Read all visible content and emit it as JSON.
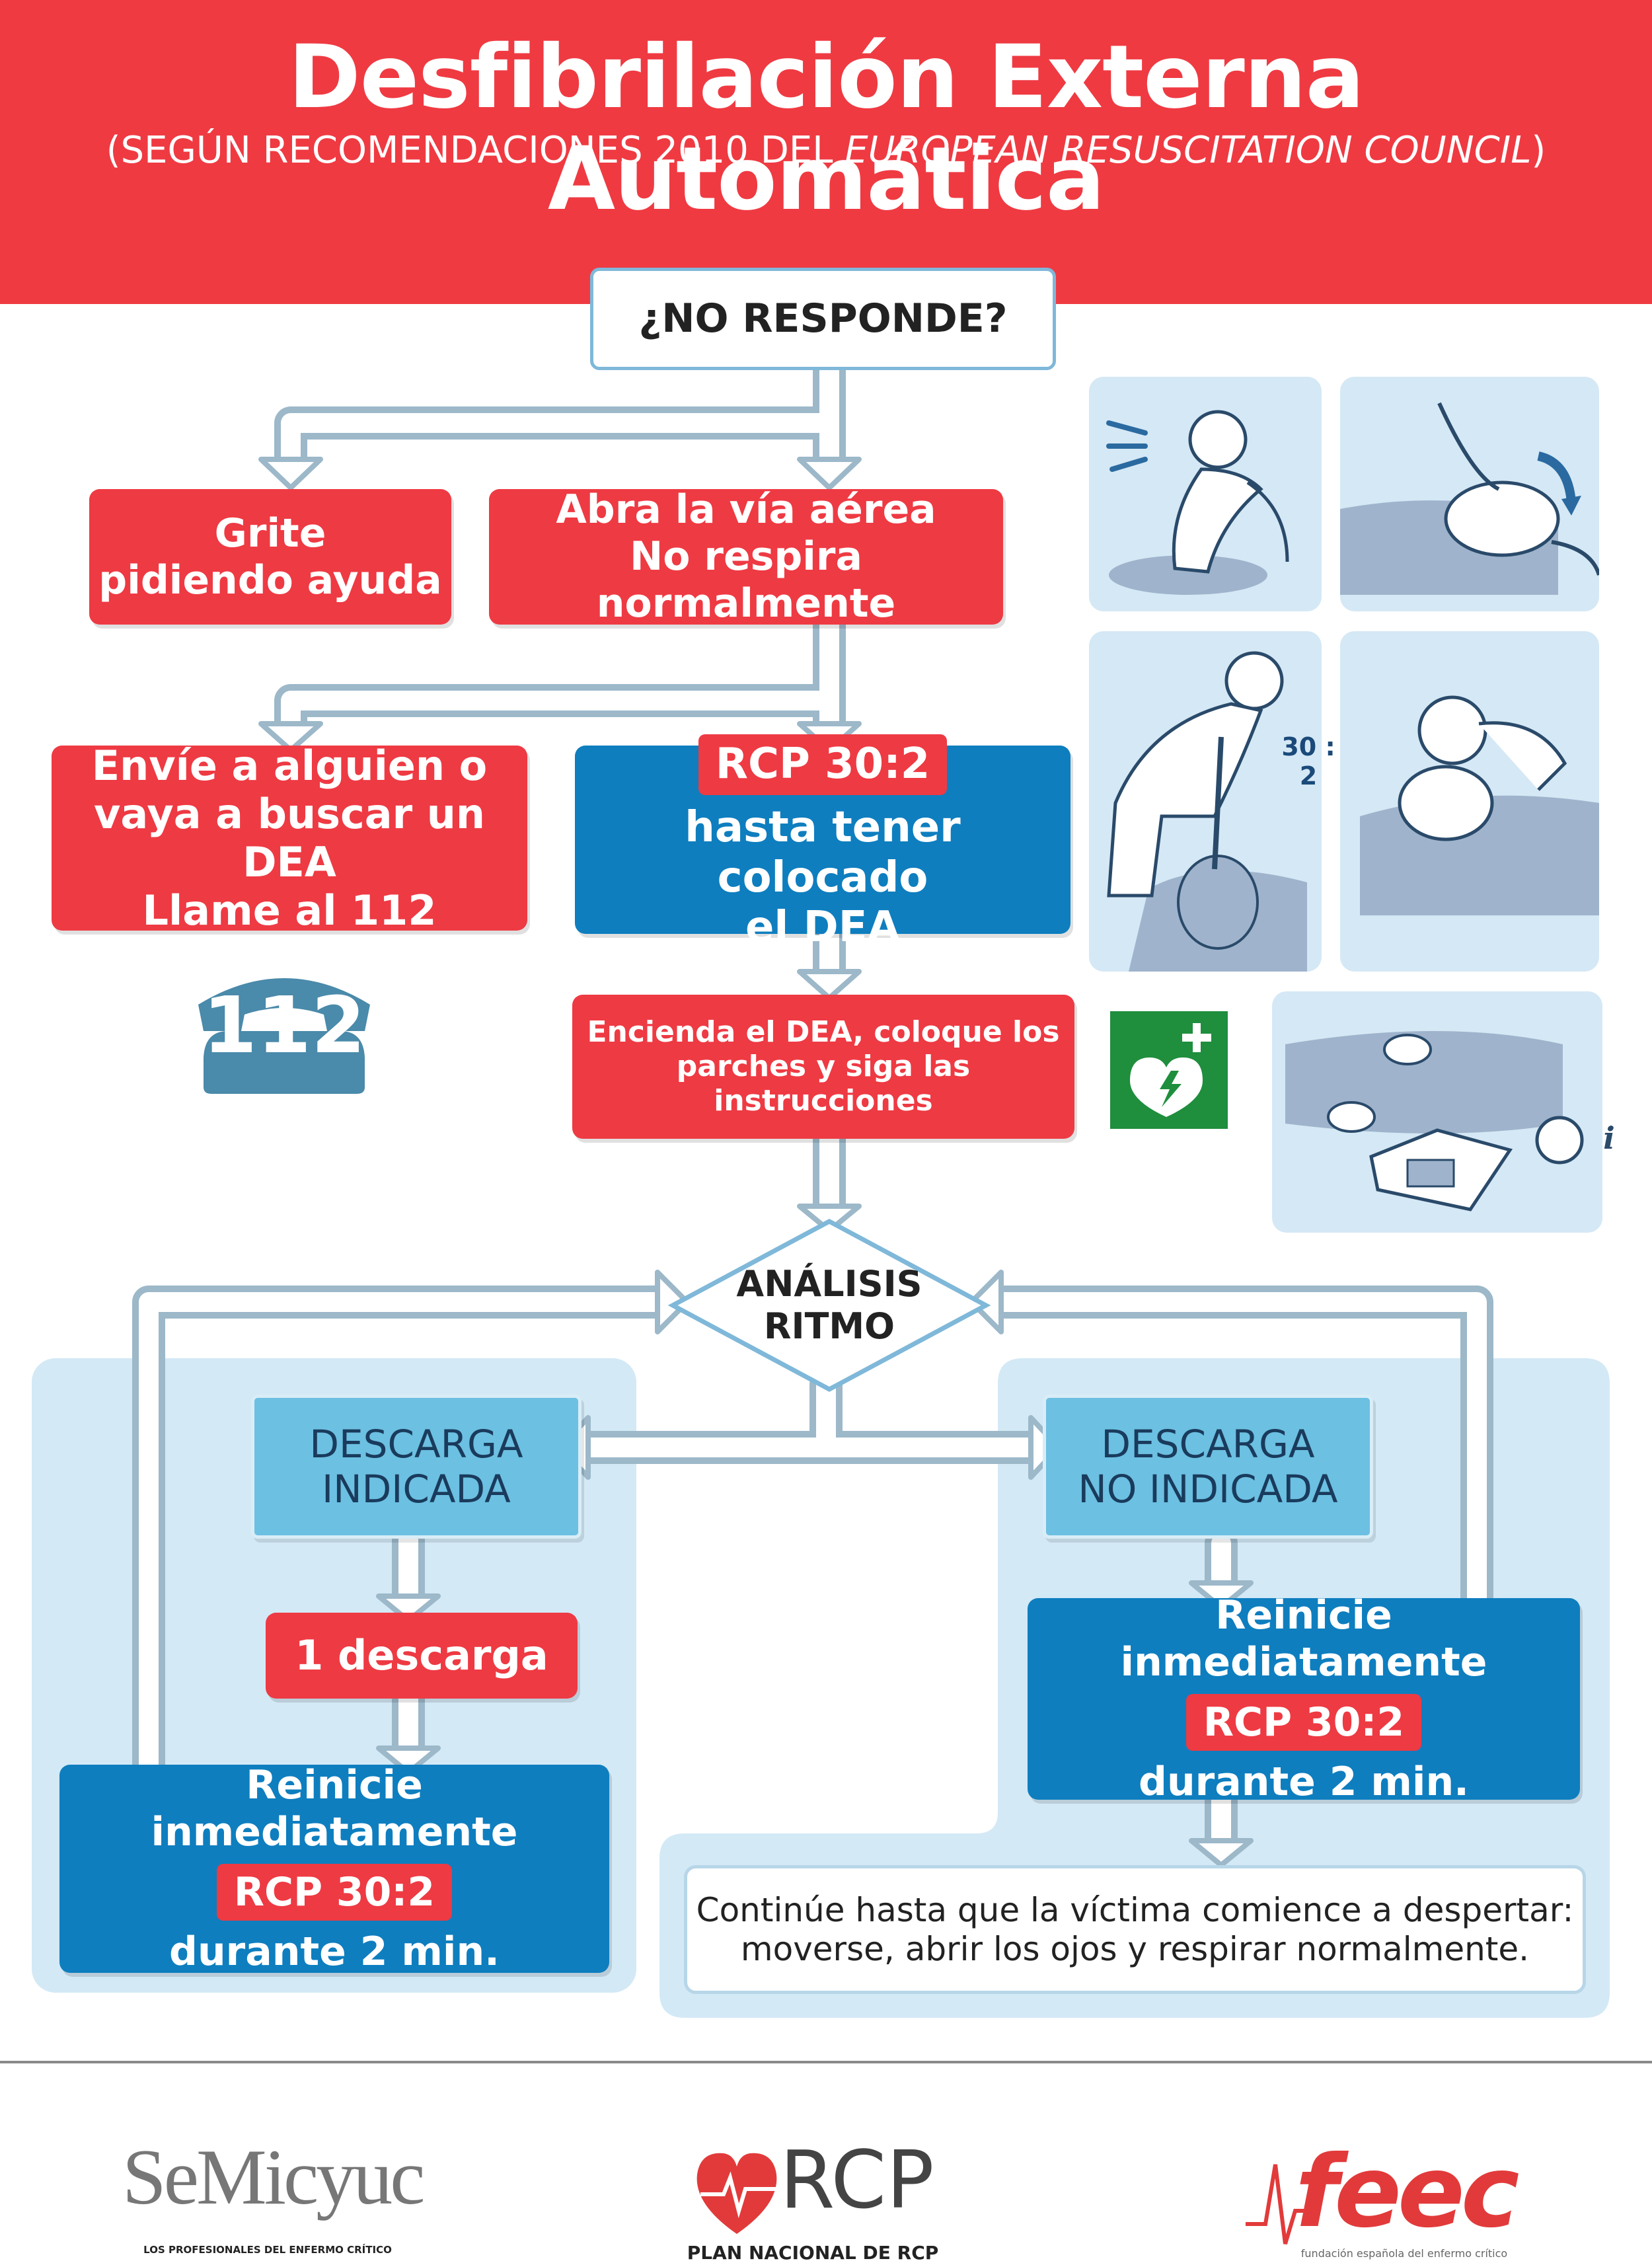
{
  "header": {
    "title": "Desfibrilación Externa Automática",
    "subtitle_prefix": "(SEGÚN RECOMENDACIONES 2010 DEL ",
    "subtitle_italic": "EUROPEAN RESUSCITATION COUNCIL",
    "subtitle_suffix": ")"
  },
  "flow": {
    "no_responde": "¿NO RESPONDE?",
    "grite_line1": "Grite",
    "grite_line2": "pidiendo ayuda",
    "abra_line1": "Abra la vía aérea",
    "abra_line2": "No respira normalmente",
    "envie_line1": "Envíe a alguien o",
    "envie_line2": "vaya a buscar un DEA",
    "envie_line3": "Llame al 112",
    "rcp_tag": "RCP 30:2",
    "rcp_line1": "hasta tener colocado",
    "rcp_line2": "el DEA",
    "encienda_line1": "Encienda el DEA, coloque los",
    "encienda_line2": "parches y siga las instrucciones",
    "analisis_line1": "ANÁLISIS",
    "analisis_line2": "RITMO",
    "descarga_ind_line1": "DESCARGA",
    "descarga_ind_line2": "INDICADA",
    "descarga_no_line1": "DESCARGA",
    "descarga_no_line2": "NO INDICADA",
    "una_descarga": "1 descarga",
    "reinicie_left_title": "Reinicie inmediatamente",
    "reinicie_left_tag": "RCP 30:2",
    "reinicie_left_sub": "durante 2 min.",
    "reinicie_right_title": "Reinicie inmediatamente",
    "reinicie_right_tag": "RCP 30:2",
    "reinicie_right_sub": "durante 2 min.",
    "continue_line1": "Continúe hasta que la víctima comience a despertar:",
    "continue_line2": "moverse, abrir los ojos y respirar normalmente."
  },
  "phone": {
    "number": "112",
    "icon": "telephone-icon"
  },
  "illustrations": {
    "ratio_label": "30 : 2",
    "info_icon": "i",
    "icons": [
      "shout-check-icon",
      "airway-tilt-icon",
      "chest-compression-icon",
      "rescue-breath-icon",
      "aed-sign-icon",
      "aed-pads-icon"
    ]
  },
  "logos": {
    "semicyuc_name": "SeMicyuc",
    "semicyuc_tagline": "LOS PROFESIONALES DEL ENFERMO CRÍTICO",
    "rcp_name": "RCP",
    "rcp_tagline": "PLAN NACIONAL DE RCP",
    "feec_name": "feec",
    "feec_tagline": "fundación española del enfermo crítico"
  },
  "colors": {
    "red": "#ee3a43",
    "blue": "#0e7ebf",
    "light_blue": "#6cc0e2",
    "panel": "#d3e9f6",
    "aed_green": "#1f8e3d"
  }
}
